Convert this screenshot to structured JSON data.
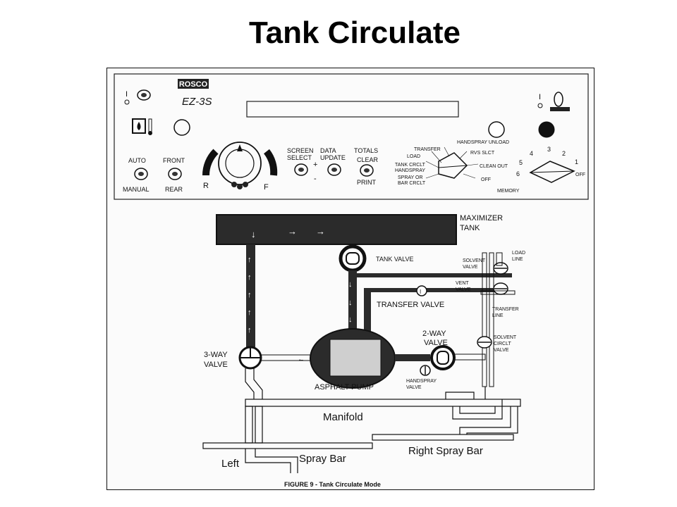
{
  "slide": {
    "title": "Tank Circulate"
  },
  "panel": {
    "brand": "ROSCO",
    "model": "EZ-3S",
    "auto_label": "AUTO",
    "manual_label": "MANUAL",
    "front_label": "FRONT",
    "rear_label": "REAR",
    "dial_r": "R",
    "dial_f": "F",
    "screen_label": "SCREEN",
    "select_label": "SELECT",
    "data_label": "DATA",
    "update_label": "UPDATE",
    "plus_label": "+",
    "minus_label": "-",
    "totals_label": "TOTALS",
    "clear_label": "CLEAR",
    "print_label": "PRINT",
    "mode_dial": {
      "handspray_unload": "HANDSPRAY UNLOAD",
      "transfer": "TRANSFER",
      "load": "LOAD",
      "rvs_slct": "RVS SLCT",
      "tank_crclt": "TANK CRCLT",
      "handspray": "HANDSPRAY",
      "clean_out": "CLEAN OUT",
      "spray_or": "SPRAY OR",
      "bar_crclt": "BAR CRCLT",
      "off": "OFF"
    },
    "memory_dial": {
      "n1": "1",
      "n2": "2",
      "n3": "3",
      "n4": "4",
      "n5": "5",
      "n6": "6",
      "off": "OFF",
      "memory": "MEMORY"
    }
  },
  "diagram": {
    "maximizer": "MAXIMIZER",
    "tank": "TANK",
    "tank_valve": "TANK VALVE",
    "solvent_valve_1": "SOLVENT",
    "solvent_valve_2": "VALVE",
    "load_line_1": "LOAD",
    "load_line_2": "LINE",
    "vent_valve_1": "VENT",
    "vent_valve_2": "VALVE",
    "transfer_valve": "TRANSFER VALVE",
    "transfer_line_1": "TRANSFER",
    "transfer_line_2": "LINE",
    "two_way_1": "2-WAY",
    "two_way_2": "VALVE",
    "solvent_crclt_1": "SOLVENT",
    "solvent_crclt_2": "CIRCLT",
    "solvent_crclt_3": "VALVE",
    "three_way_1": "3-WAY",
    "three_way_2": "VALVE",
    "asphalt_pump": "ASPHALT PUMP",
    "handspray_valve_1": "HANDSPRAY",
    "handspray_valve_2": "VALVE",
    "manifold": "Manifold",
    "right_spray_bar": "Right Spray Bar",
    "left": "Left",
    "spray_bar": "Spray Bar",
    "caption": "FIGURE 9 - Tank Circulate Mode"
  }
}
